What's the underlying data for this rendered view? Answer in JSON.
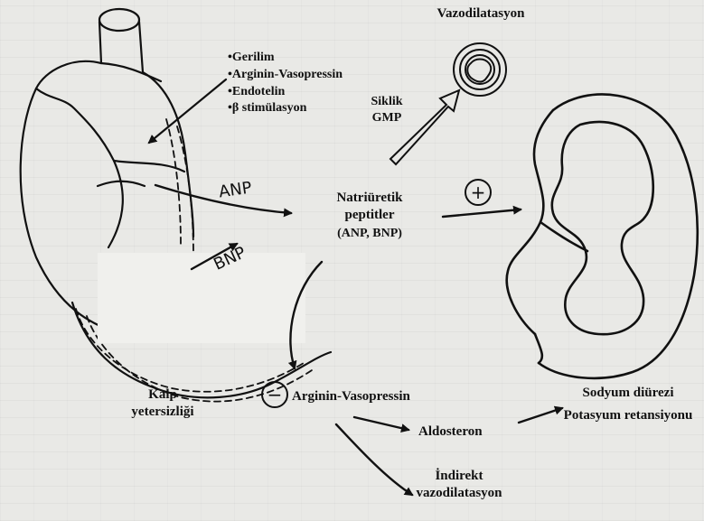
{
  "title": "Vazodilatasyon",
  "stimuli": [
    "•Gerilim",
    "•Arginin-Vasopressin",
    "•Endotelin",
    "•β stimülasyon"
  ],
  "second_messenger": [
    "Siklik",
    "GMP"
  ],
  "hormone_labels": {
    "anp": "ANP",
    "bnp": "BNP"
  },
  "center": {
    "line1": "Natriüretik",
    "line2": "peptitler",
    "line3": "(ANP, BNP)"
  },
  "signs": {
    "plus": "+",
    "minus": "−"
  },
  "heart_label": [
    "Kalp",
    "yetersizliği"
  ],
  "inhibited": "Arginin-Vasopressin",
  "aldosterone": "Aldosteron",
  "indirect": [
    "İndirekt",
    "vazodilatasyon"
  ],
  "kidney_effects": [
    "Sodyum diürezi",
    "Potasyum retansiyonu"
  ]
}
